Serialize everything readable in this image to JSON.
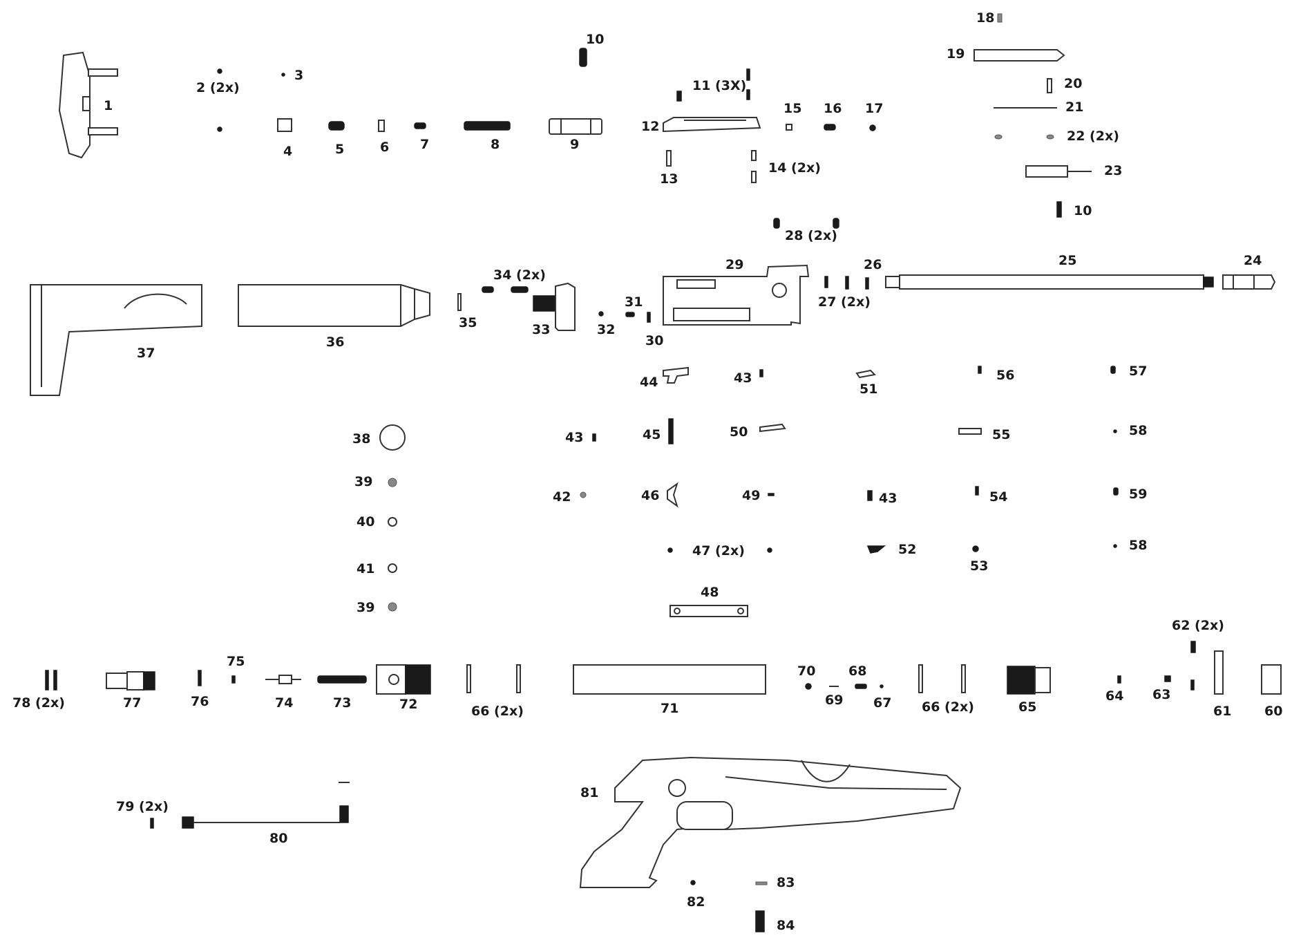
{
  "diagram": {
    "type": "exploded-parts-diagram",
    "colors": {
      "line": "#333333",
      "fill": "#ffffff",
      "dark": "#1a1a1a"
    },
    "labels": [
      "1",
      "2 (2x)",
      "3",
      "4",
      "5",
      "6",
      "7",
      "8",
      "9",
      "10",
      "11 (3X)",
      "12",
      "13",
      "14 (2x)",
      "15",
      "16",
      "17",
      "18",
      "19",
      "20",
      "21",
      "22 (2x)",
      "23",
      "10",
      "28 (2x)",
      "29",
      "26",
      "25",
      "24",
      "27 (2x)",
      "37",
      "36",
      "34 (2x)",
      "35",
      "33",
      "32",
      "31",
      "30",
      "44",
      "43",
      "51",
      "56",
      "57",
      "38",
      "43",
      "45",
      "50",
      "55",
      "58",
      "39",
      "42",
      "46",
      "49",
      "43",
      "54",
      "59",
      "40",
      "47 (2x)",
      "52",
      "58",
      "53",
      "41",
      "48",
      "39",
      "62 (2x)",
      "75",
      "70",
      "68",
      "78 (2x)",
      "77",
      "76",
      "74",
      "73",
      "72",
      "66 (2x)",
      "71",
      "69",
      "67",
      "66 (2x)",
      "65",
      "64",
      "63",
      "61",
      "60",
      "79 (2x)",
      "80",
      "81",
      "82",
      "83",
      "84"
    ]
  }
}
